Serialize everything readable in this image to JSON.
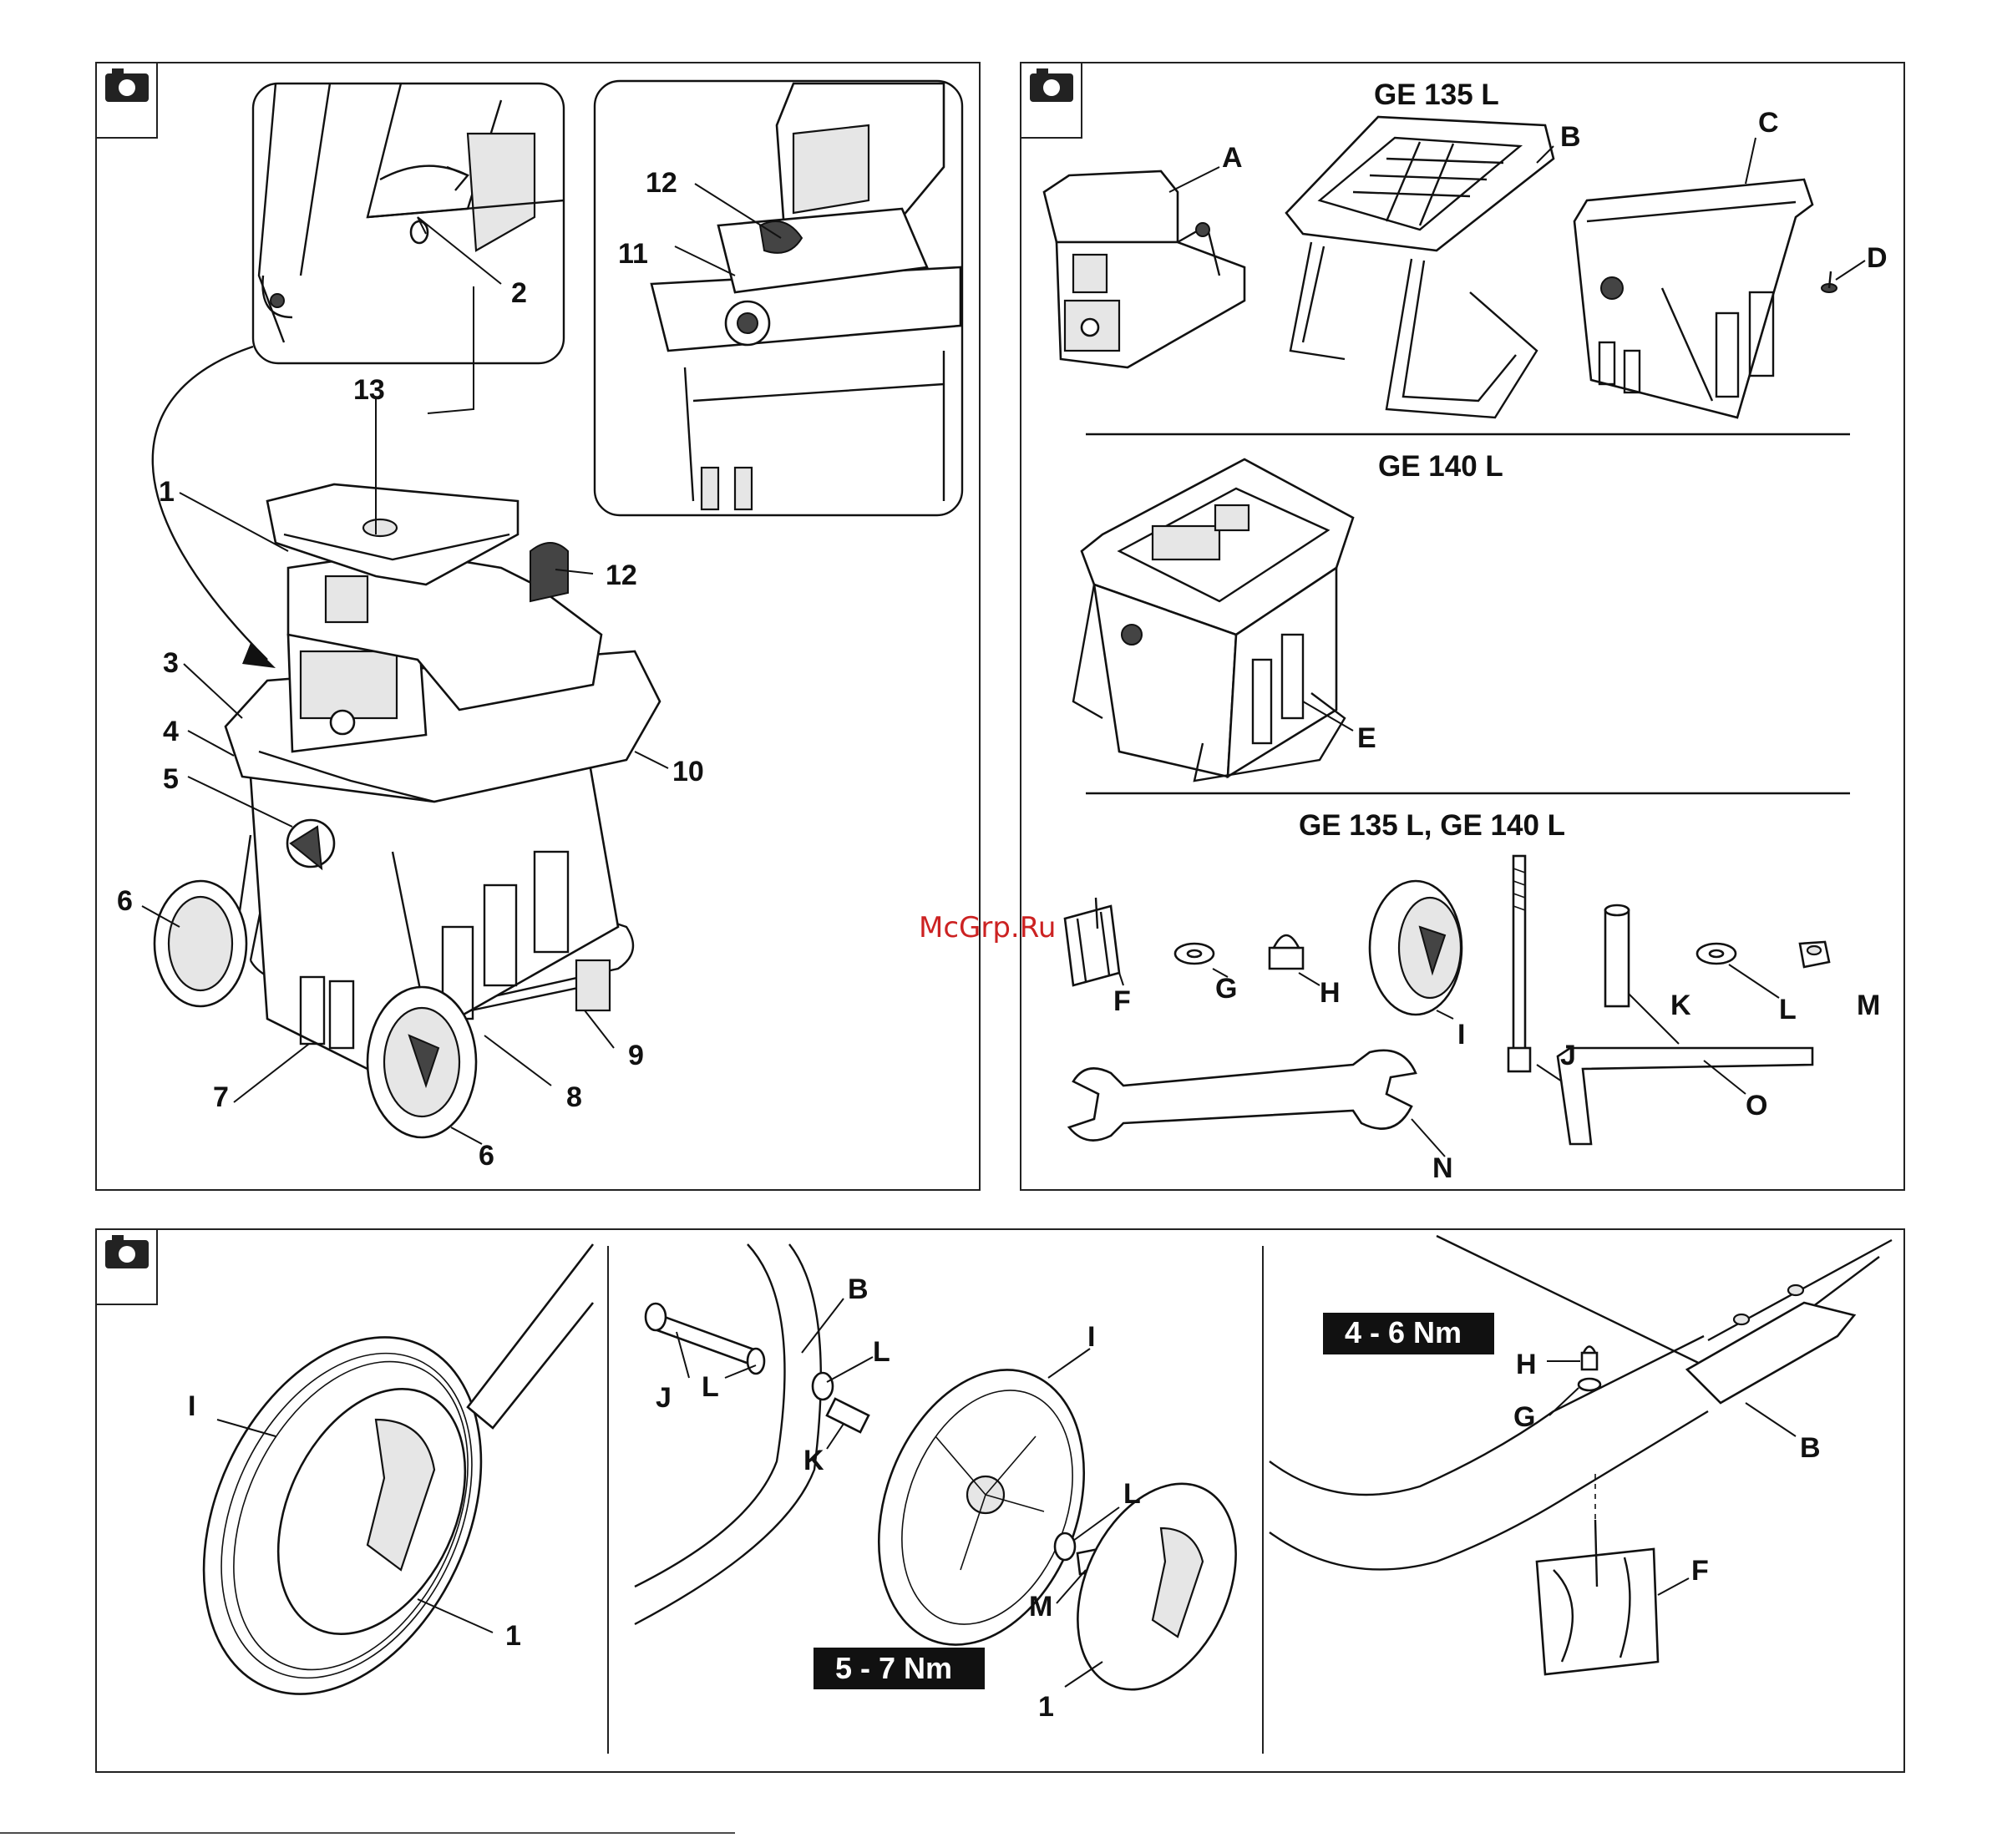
{
  "panels": {
    "overview": {
      "callouts": [
        "1",
        "2",
        "3",
        "4",
        "5",
        "6",
        "6",
        "7",
        "8",
        "9",
        "10",
        "11",
        "12",
        "12",
        "13"
      ]
    },
    "scope": {
      "heading_135": "GE 135 L",
      "heading_140": "GE 140 L",
      "heading_both": "GE 135 L, GE 140 L",
      "parts": [
        "A",
        "B",
        "C",
        "D",
        "E",
        "F",
        "G",
        "H",
        "I",
        "J",
        "K",
        "L",
        "M",
        "N",
        "O"
      ]
    },
    "assembly": {
      "step1_labels": [
        "I",
        "1"
      ],
      "step2_labels": [
        "B",
        "J",
        "L",
        "L",
        "K",
        "I",
        "L",
        "M",
        "1"
      ],
      "step2_torque": "5 - 7 Nm",
      "step3_labels": [
        "H",
        "G",
        "B",
        "F"
      ],
      "step3_torque": "4 - 6 Nm"
    }
  },
  "icons": [
    "camera-icon"
  ],
  "watermark": "McGrp.Ru"
}
